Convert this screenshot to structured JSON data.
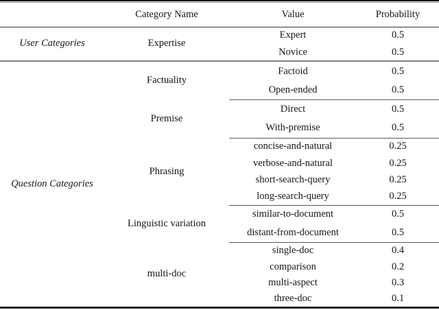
{
  "table": {
    "header": {
      "category_name": "Category Name",
      "value": "Value",
      "probability": "Probability"
    },
    "groups": [
      {
        "label": "User Categories",
        "categories": [
          {
            "name": "Expertise",
            "rows": [
              {
                "value": "Expert",
                "probability": "0.5"
              },
              {
                "value": "Novice",
                "probability": "0.5"
              }
            ]
          }
        ]
      },
      {
        "label": "Question Categories",
        "categories": [
          {
            "name": "Factuality",
            "rows": [
              {
                "value": "Factoid",
                "probability": "0.5"
              },
              {
                "value": "Open-ended",
                "probability": "0.5"
              }
            ]
          },
          {
            "name": "Premise",
            "rows": [
              {
                "value": "Direct",
                "probability": "0.5"
              },
              {
                "value": "With-premise",
                "probability": "0.5"
              }
            ]
          },
          {
            "name": "Phrasing",
            "rows": [
              {
                "value": "concise-and-natural",
                "probability": "0.25"
              },
              {
                "value": "verbose-and-natural",
                "probability": "0.25"
              },
              {
                "value": "short-search-query",
                "probability": "0.25"
              },
              {
                "value": "long-search-query",
                "probability": "0.25"
              }
            ]
          },
          {
            "name": "Linguistic variation",
            "rows": [
              {
                "value": "similar-to-document",
                "probability": "0.5"
              },
              {
                "value": "distant-from-document",
                "probability": "0.5"
              }
            ]
          },
          {
            "name": "multi-doc",
            "rows": [
              {
                "value": "single-doc",
                "probability": "0.4"
              },
              {
                "value": "comparison",
                "probability": "0.2"
              },
              {
                "value": "multi-aspect",
                "probability": "0.3"
              },
              {
                "value": "three-doc",
                "probability": "0.1"
              }
            ]
          }
        ]
      }
    ]
  },
  "colors": {
    "text": "#161616",
    "rule_heavy": "#000000",
    "rule_light": "#848484",
    "background": "#ffffff"
  }
}
